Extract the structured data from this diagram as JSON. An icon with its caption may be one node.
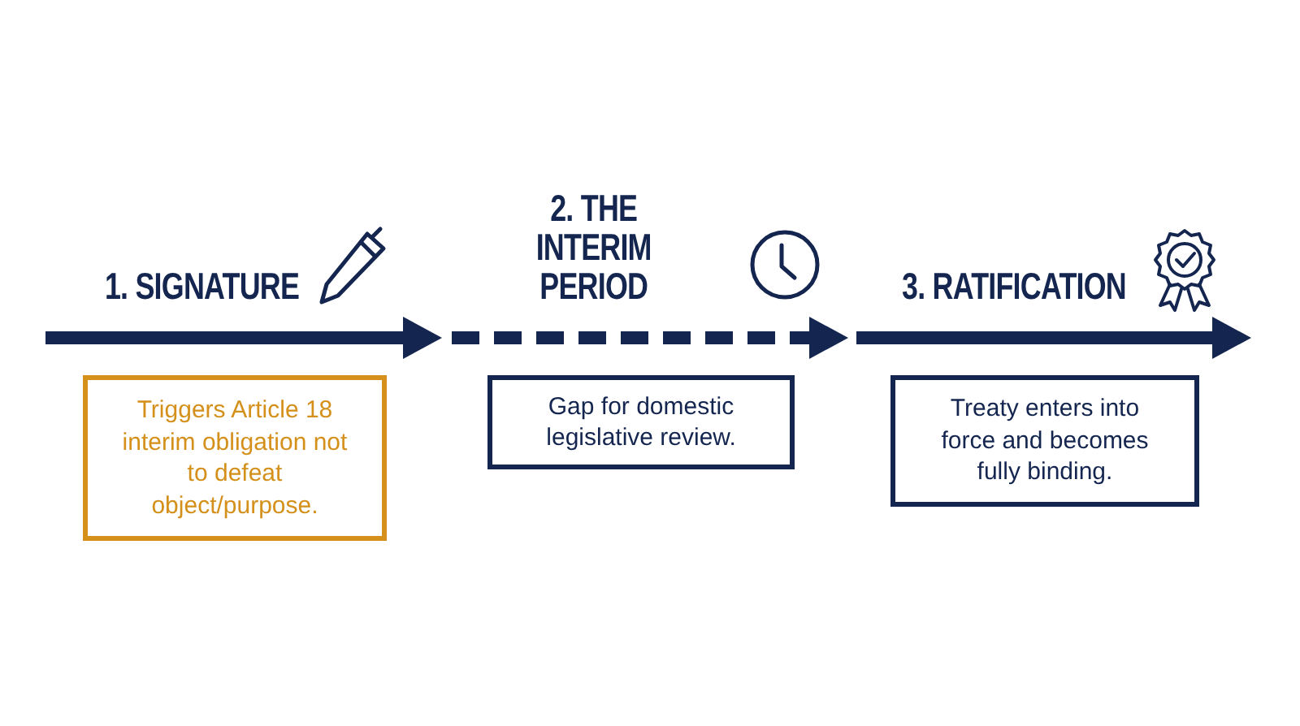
{
  "diagram": {
    "nodes": [
      {
        "text": [
          "1. SIGNATURE",
          "Triggers Article 18 interim obligation not to defeat object/purpose."
        ]
      },
      {
        "text": [
          "2. THE INTERIM PERIOD",
          "Gap for domestic legislative review."
        ]
      },
      {
        "text": [
          "3. RATIFICATION",
          "Treaty enters into force and becomes fully binding."
        ]
      }
    ]
  }
}
